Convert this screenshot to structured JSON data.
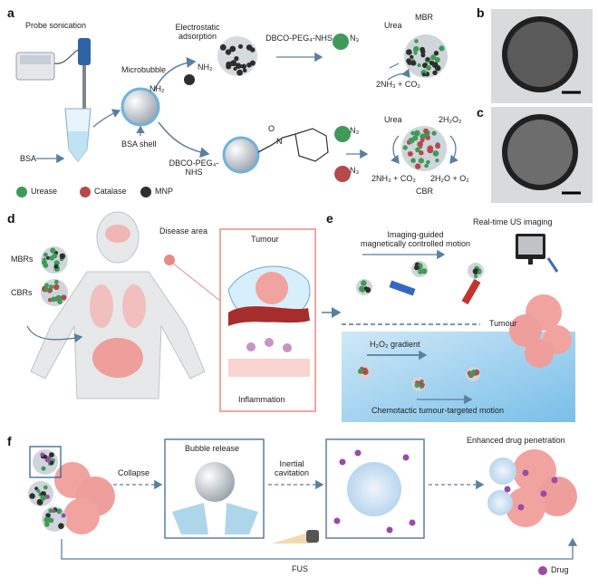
{
  "panel_labels": {
    "a": "a",
    "b": "b",
    "c": "c",
    "d": "d",
    "e": "e",
    "f": "f"
  },
  "panel_a": {
    "probe_sonication": "Probe sonication",
    "microbubble": "Microbubble",
    "bsa": "BSA",
    "bsa_shell": "BSA shell",
    "electrostatic_adsorption": "Electrostatic adsorption",
    "dbco_peg_nhs_top": "DBCO-PEG₄-NHS",
    "dbco_peg_nhs_bottom": "DBCO-PEG₄-NHS",
    "nh2_1": "NH₂",
    "nh2_2": "NH₂",
    "n3_top": "N₃",
    "n3_mid": "N₃",
    "n3_bottom": "N₃",
    "n_link": "N",
    "o_link": "O",
    "urea_top": "Urea",
    "mbr": "MBR",
    "reaction_top": "2NH₃ + CO₂",
    "urea_bottom": "Urea",
    "h2o2_bottom": "2H₂O₂",
    "reaction_bottom_left": "2NH₃ + CO₂",
    "reaction_bottom_right": "2H₂O + O₂",
    "cbr": "CBR",
    "legend_urease": "Urease",
    "legend_catalase": "Catalase",
    "legend_mnp": "MNP"
  },
  "panel_d": {
    "mbrs": "MBRs",
    "cbrs": "CBRs",
    "disease_area": "Disease area",
    "tumour": "Tumour",
    "inflammation": "Inflammation"
  },
  "panel_e": {
    "imaging_guided": "Imaging-guided\nmagnetically controlled motion",
    "realtime_us": "Real-time US imaging",
    "tumour": "Tumour",
    "h2o2_gradient": "H₂O₂ gradient",
    "chemotactic": "Chemotactic tumour-targeted motion"
  },
  "panel_f": {
    "collapse": "Collapse",
    "bubble_release": "Bubble release",
    "inertial_cavitation": "Inertial\ncavitation",
    "enhanced_drug_penetration": "Enhanced drug penetration",
    "fus": "FUS",
    "drug": "Drug"
  },
  "colors": {
    "urease": "#3f9a58",
    "catalase": "#b44a4a",
    "mnp": "#2e2e2e",
    "tumour": "#f1a3a0",
    "arrow": "#5a7fa0",
    "drug": "#9b4ba6",
    "panel_frame": "#e88a86",
    "gradient": "#7cc0e8"
  }
}
